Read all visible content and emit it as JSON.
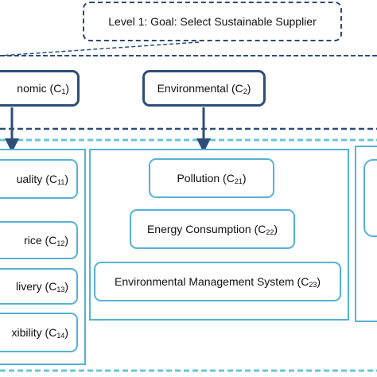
{
  "goal": {
    "text": "Level 1: Goal: Select Sustainable  Supplier"
  },
  "criteria": [
    {
      "text": "nomic (C",
      "sub": "1",
      "close": ")"
    },
    {
      "text": "Environmental (C",
      "sub": "2",
      "close": ")"
    }
  ],
  "subcriteria_left": [
    {
      "text": "uality (C",
      "sub": "11",
      "close": ")"
    },
    {
      "text": "rice (C",
      "sub": "12",
      "close": ")"
    },
    {
      "text": "livery (C",
      "sub": "13",
      "close": ")"
    },
    {
      "text": "xibility (C",
      "sub": "14",
      "close": ")"
    }
  ],
  "subcriteria_env": [
    {
      "text": "Pollution (C",
      "sub": "21",
      "close": ")"
    },
    {
      "text": "Energy Consumption (C",
      "sub": "22",
      "close": ")"
    },
    {
      "text": "Environmental Management System (C",
      "sub": "23",
      "close": ")"
    }
  ],
  "colors": {
    "dark_blue": "#2e4e78",
    "light_blue": "#55b2d4",
    "dashed_teal": "#6cc4d6"
  }
}
